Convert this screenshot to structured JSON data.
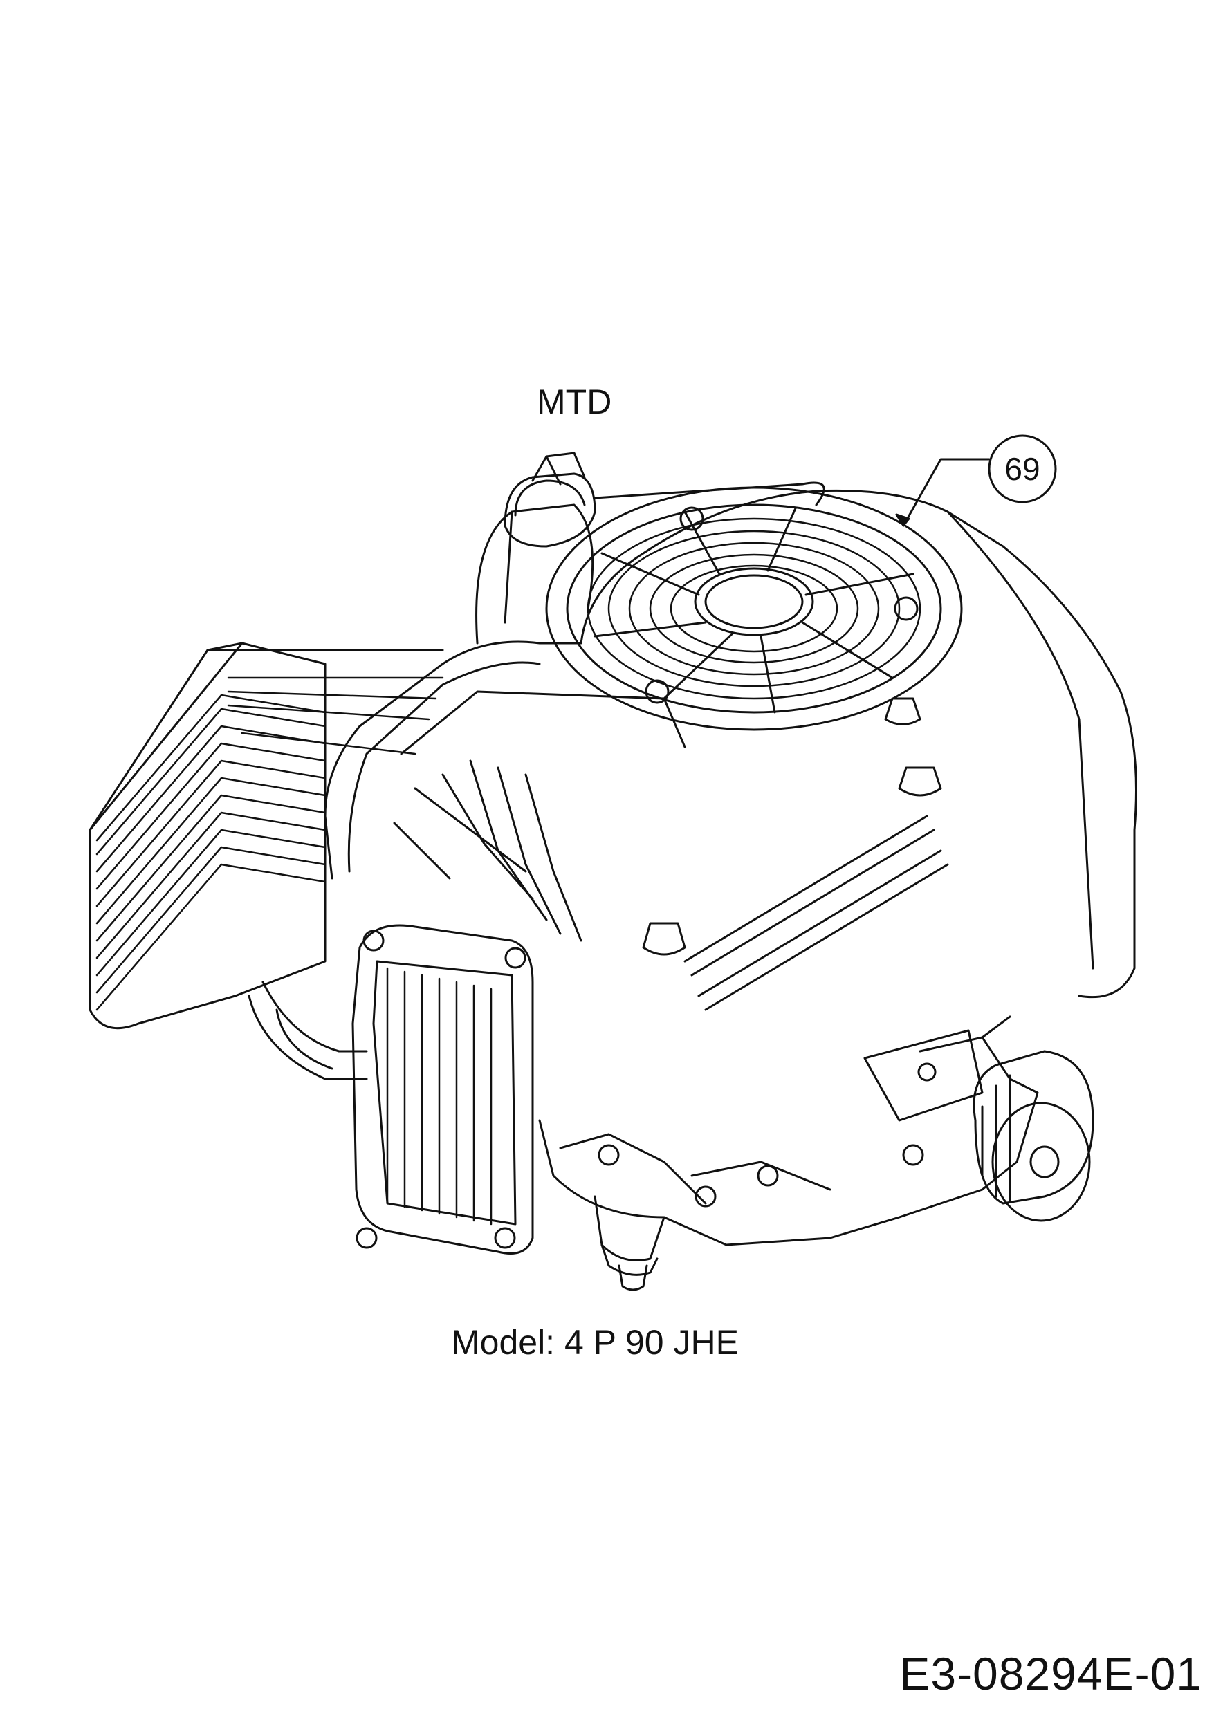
{
  "diagram": {
    "brand_label": "MTD",
    "model_label": "Model: 4 P 90 JHE",
    "callouts": [
      {
        "number": "69"
      }
    ],
    "document_id": "E3-08294E-01"
  }
}
